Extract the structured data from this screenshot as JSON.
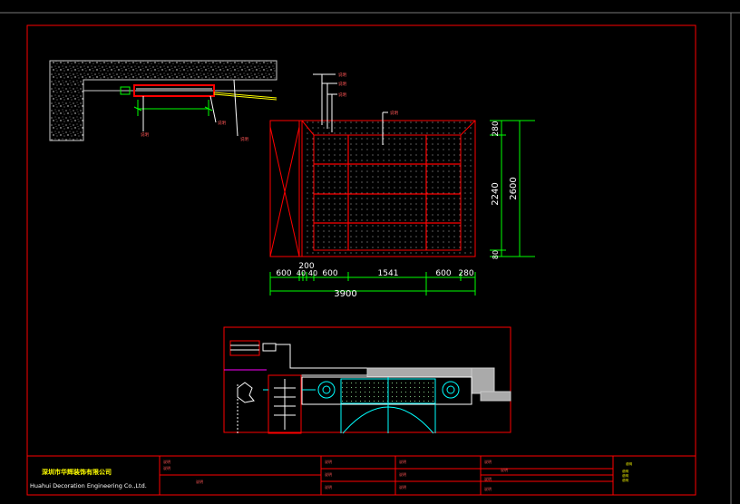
{
  "drawing": {
    "elevation_dims_bottom": [
      "600",
      "40",
      "40",
      "600",
      "1541",
      "600",
      "280"
    ],
    "elevation_dim_top": "200",
    "elevation_total_width": "3900",
    "elevation_dims_right": [
      "280",
      "2240",
      "80"
    ],
    "elevation_total_height": "2600"
  },
  "title_block": {
    "company_cn": "深圳市华辉装饰有限公司",
    "company_en": "Huahui Decoration Engineering Co.,Ltd."
  },
  "colors": {
    "frame": "#ff0000",
    "dimension": "#00ff00",
    "wall": "#b0b0b0",
    "cyan": "#00ffff",
    "magenta": "#ff00ff",
    "yellow": "#ffff00",
    "white": "#ffffff"
  }
}
